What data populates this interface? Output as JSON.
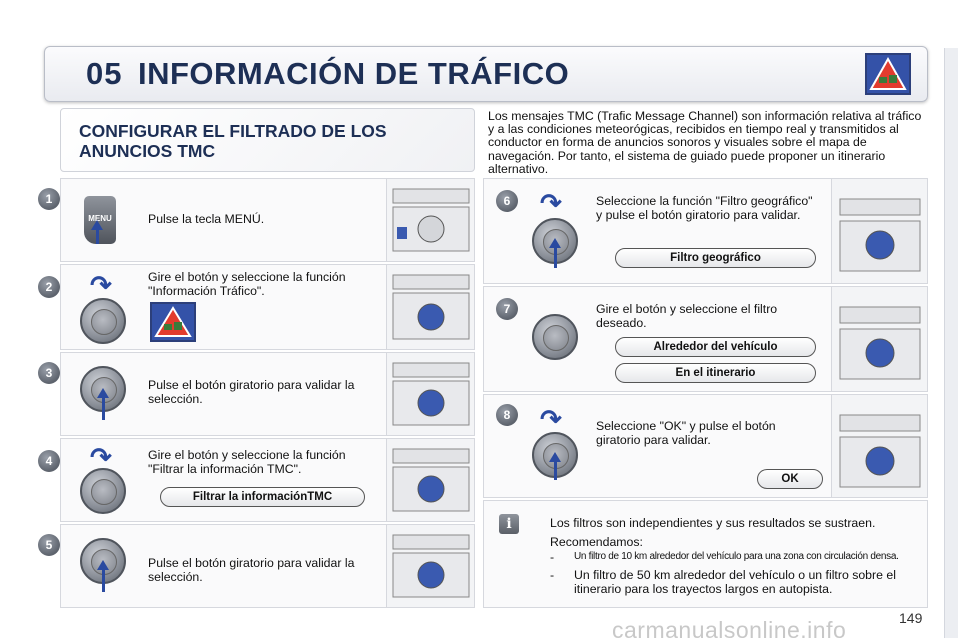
{
  "header": {
    "chapter": "05",
    "title": "INFORMACIÓN DE TRÁFICO",
    "icon": "traffic-info-icon"
  },
  "section": {
    "title": "CONFIGURAR EL FILTRADO DE LOS ANUNCIOS TMC"
  },
  "intro": "Los mensajes TMC (Trafic Message Channel) son información relativa al tráfico y a las condiciones meteorógicas, recibidos en tiempo real y transmitidos al conductor en forma de anuncios sonoros y visuales sobre el mapa de navegación. Por tanto, el sistema de guiado puede proponer un itinerario alternativo.",
  "steps": [
    {
      "num": "1",
      "text": "Pulse la tecla MENÚ.",
      "key_label": "MENU"
    },
    {
      "num": "2",
      "text": "Gire el botón y seleccione la función \"Información Tráfico\"."
    },
    {
      "num": "3",
      "text": "Pulse el botón giratorio para validar la selección."
    },
    {
      "num": "4",
      "text": "Gire el botón y seleccione la función \"Filtrar la información TMC\".",
      "option": "Filtrar la informaciónTMC"
    },
    {
      "num": "5",
      "text": "Pulse el botón giratorio para validar la selección."
    },
    {
      "num": "6",
      "text": "Seleccione la función \"Filtro geográfico\" y pulse el botón giratorio para validar.",
      "option": "Filtro geográfico"
    },
    {
      "num": "7",
      "text": "Gire el botón y seleccione el filtro deseado.",
      "options": [
        "Alrededor del vehículo",
        "En el itinerario"
      ]
    },
    {
      "num": "8",
      "text": "Seleccione \"OK\" y pulse el botón giratorio para validar.",
      "option": "OK"
    }
  ],
  "info": {
    "line1": "Los filtros son independientes y sus resultados se sustraen.",
    "line2": "Recomendamos:",
    "bullet1": "Un filtro de 10 km alrededor del vehículo para una zona con circulación densa.",
    "bullet2": "Un filtro de 50 km alrededor del vehículo o un filtro sobre el itinerario para los trayectos largos en autopista."
  },
  "page_number": "149",
  "watermark": "carmanualsonline.info"
}
